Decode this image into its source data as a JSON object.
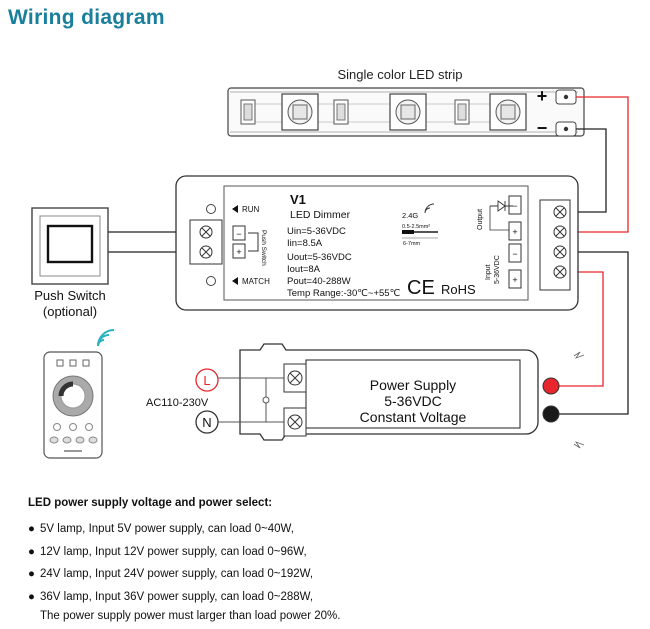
{
  "heading": "Wiring diagram",
  "led_strip": {
    "label": "Single color LED strip",
    "plus": "+",
    "minus": "−"
  },
  "push_switch": {
    "line1": "Push Switch",
    "line2": "(optional)"
  },
  "dimmer": {
    "model": "V1",
    "name": "LED Dimmer",
    "run": "RUN",
    "match": "MATCH",
    "push_switch_label": "Push Switch",
    "uin": "Uin=5-36VDC",
    "iin": "Iin=8.5A",
    "uout": "Uout=5-36VDC",
    "iout": "Iout=8A",
    "pout": "Pout=40-288W",
    "temp": "Temp Range:-30℃~+55℃",
    "rf": "2.4G",
    "wire_spec": "0.5-2.5mm²",
    "strip_spec": "6-7mm",
    "ce": "CE",
    "rohs": "RoHS",
    "output": "Output",
    "input_line1": "Input",
    "input_line2": "5-36VDC",
    "terminal_minus": "−",
    "terminal_plus": "+"
  },
  "power_supply": {
    "line1": "Power Supply",
    "line2": "5-36VDC",
    "line3": "Constant Voltage",
    "ac_label": "AC110-230V",
    "live": "L",
    "neutral": "N"
  },
  "notes": {
    "title": "LED power supply voltage and power select:",
    "bullet": "●",
    "items": [
      "5V lamp, Input 5V power supply, can load 0~40W,",
      "12V lamp, Input 12V power supply, can load 0~96W,",
      "24V lamp, Input 24V power supply, can load 0~192W,",
      "36V lamp, Input 36V power supply, can load 0~288W,"
    ],
    "footnote": "The power supply power must larger than load power 20%."
  },
  "colors": {
    "heading": "#1a7f9c",
    "red_wire": "#e8262d",
    "black_wire": "#222222",
    "remote_wifi": "#2bb3c0"
  }
}
